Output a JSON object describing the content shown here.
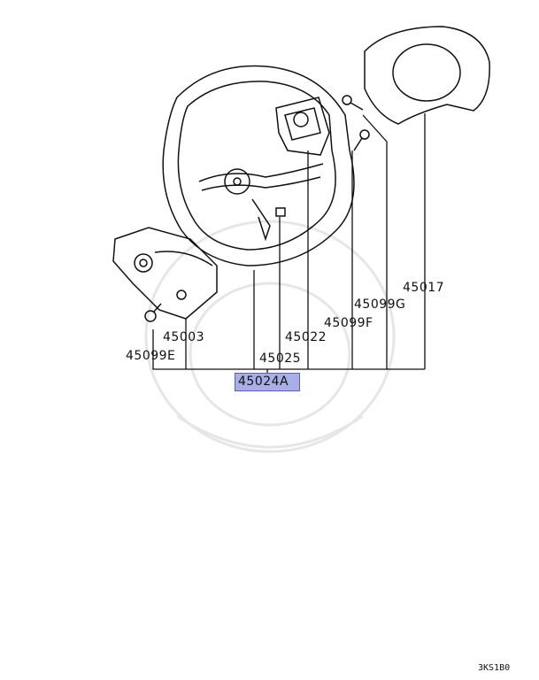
{
  "parts": [
    {
      "number": "45017"
    },
    {
      "number": "45099G"
    },
    {
      "number": "45099F"
    },
    {
      "number": "45022"
    },
    {
      "number": "45025"
    },
    {
      "number": "45003"
    },
    {
      "number": "45099E"
    }
  ],
  "assembly": {
    "number": "45024A",
    "highlight_color": "#a9aee6"
  },
  "diagram_code": "3KS1B0"
}
